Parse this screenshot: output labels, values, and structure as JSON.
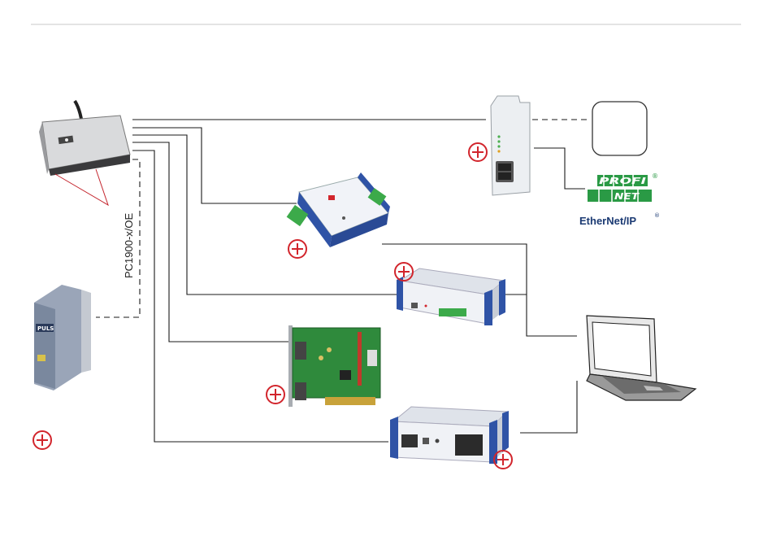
{
  "cable_label": "PC1900-x/OE",
  "logos": {
    "profinet_top": "PROFI",
    "profinet_bottom": "NET",
    "ethernet_ip": "EtherNet/IP",
    "registered": "®"
  },
  "device_labels": {
    "power_supply_brand": "PULS"
  },
  "colors": {
    "accessory_marker": "#d2252c",
    "profinet_green": "#2a9a45",
    "ethernet_ip_blue": "#1b3a73",
    "enclosure_blue": "#2f53a6"
  }
}
